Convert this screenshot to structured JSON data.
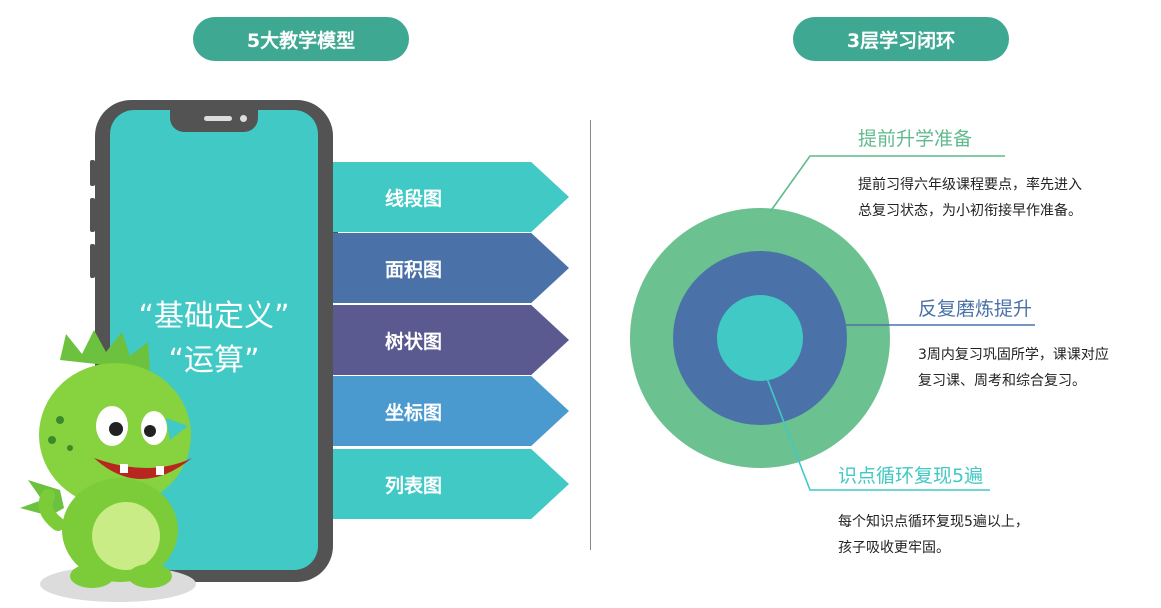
{
  "left_header": "5大教学模型",
  "right_header": "3层学习闭环",
  "phone": {
    "line1": "“基础定义”",
    "line2": "“运算”"
  },
  "arrows": [
    {
      "label": "线段图",
      "color": "#40c9c5"
    },
    {
      "label": "面积图",
      "color": "#4a72a8"
    },
    {
      "label": "树状图",
      "color": "#5a5a90"
    },
    {
      "label": "坐标图",
      "color": "#4a9ad0"
    },
    {
      "label": "列表图",
      "color": "#40c9c5"
    }
  ],
  "loops": [
    {
      "title": "提前升学准备",
      "desc1": "提前习得六年级课程要点，率先进入",
      "desc2": "总复习状态，为小初衔接早作准备。",
      "color": "#5fba8c"
    },
    {
      "title": "反复磨炼提升",
      "desc1": "3周内复习巩固所学，课课对应",
      "desc2": "复习课、周考和综合复习。",
      "color": "#4a72a8"
    },
    {
      "title": "识点循环复现5遍",
      "desc1": "每个知识点循环复现5遍以上，",
      "desc2": "孩子吸收更牢固。",
      "color": "#40c9c5"
    }
  ],
  "colors": {
    "pill": "#3fa892",
    "outer_ring": "#6cc191",
    "middle_ring": "#4a72a8",
    "inner_ring": "#40c9c5"
  }
}
